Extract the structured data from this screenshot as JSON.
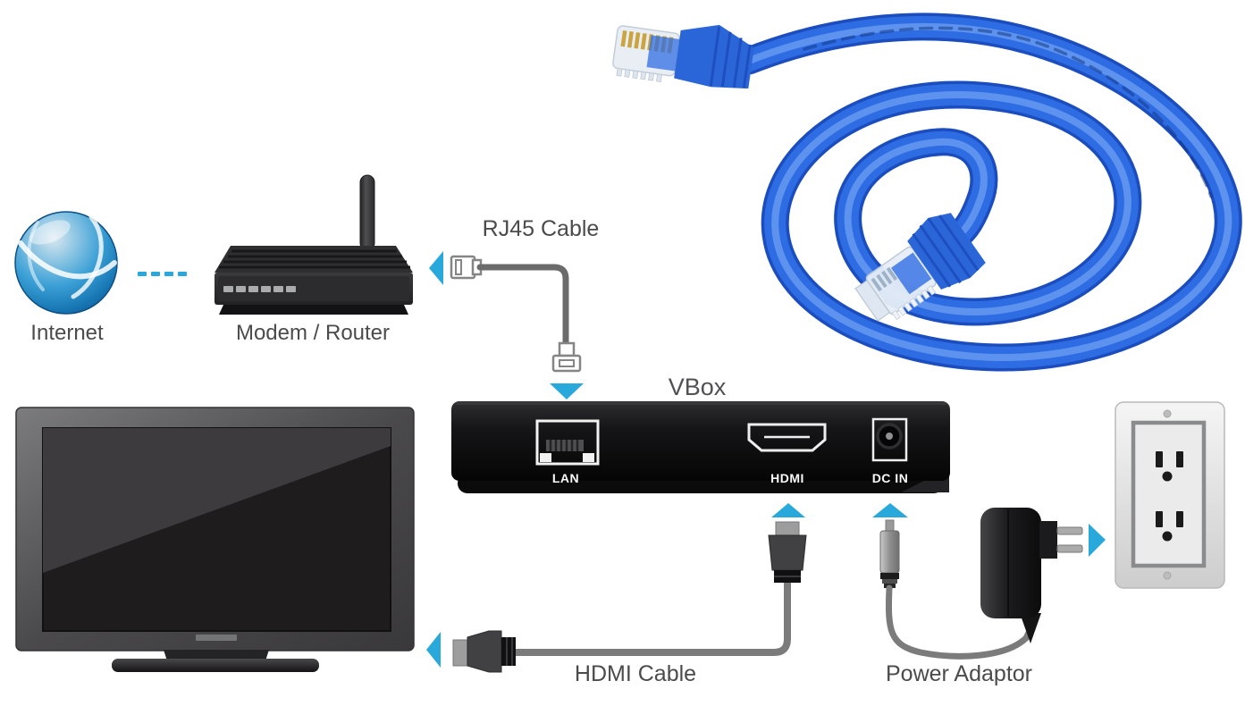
{
  "page": {
    "title": "VBox connection diagram",
    "background": "#ffffff"
  },
  "labels": {
    "internet": "Internet",
    "modem_router": "Modem / Router",
    "rj45_cable": "RJ45 Cable",
    "vbox": "VBox",
    "hdmi_cable": "HDMI Cable",
    "power_adaptor": "Power Adaptor"
  },
  "vbox_ports": [
    {
      "id": "lan",
      "label": "LAN"
    },
    {
      "id": "hdmi",
      "label": "HDMI"
    },
    {
      "id": "dc_in",
      "label": "DC IN"
    }
  ],
  "connections": [
    {
      "from": "internet",
      "to": "modem_router",
      "style": "dashed-link"
    },
    {
      "from": "modem_router",
      "to": "vbox_lan",
      "cable": "RJ45 Cable"
    },
    {
      "from": "vbox_hdmi",
      "to": "tv",
      "cable": "HDMI Cable"
    },
    {
      "from": "wall_outlet",
      "to": "vbox_dc_in",
      "cable": "Power Adaptor"
    }
  ],
  "colors": {
    "arrow_blue": "#29a8db",
    "label_text": "#4b4b4b",
    "cable_gray": "#7b7b7b",
    "ethernet_blue": "#2e6ce4",
    "ethernet_blue_dark": "#1b4dbe",
    "ethernet_blue_light": "#6ea0f2",
    "device_black": "#111111",
    "port_outline": "#f2f2f2"
  }
}
